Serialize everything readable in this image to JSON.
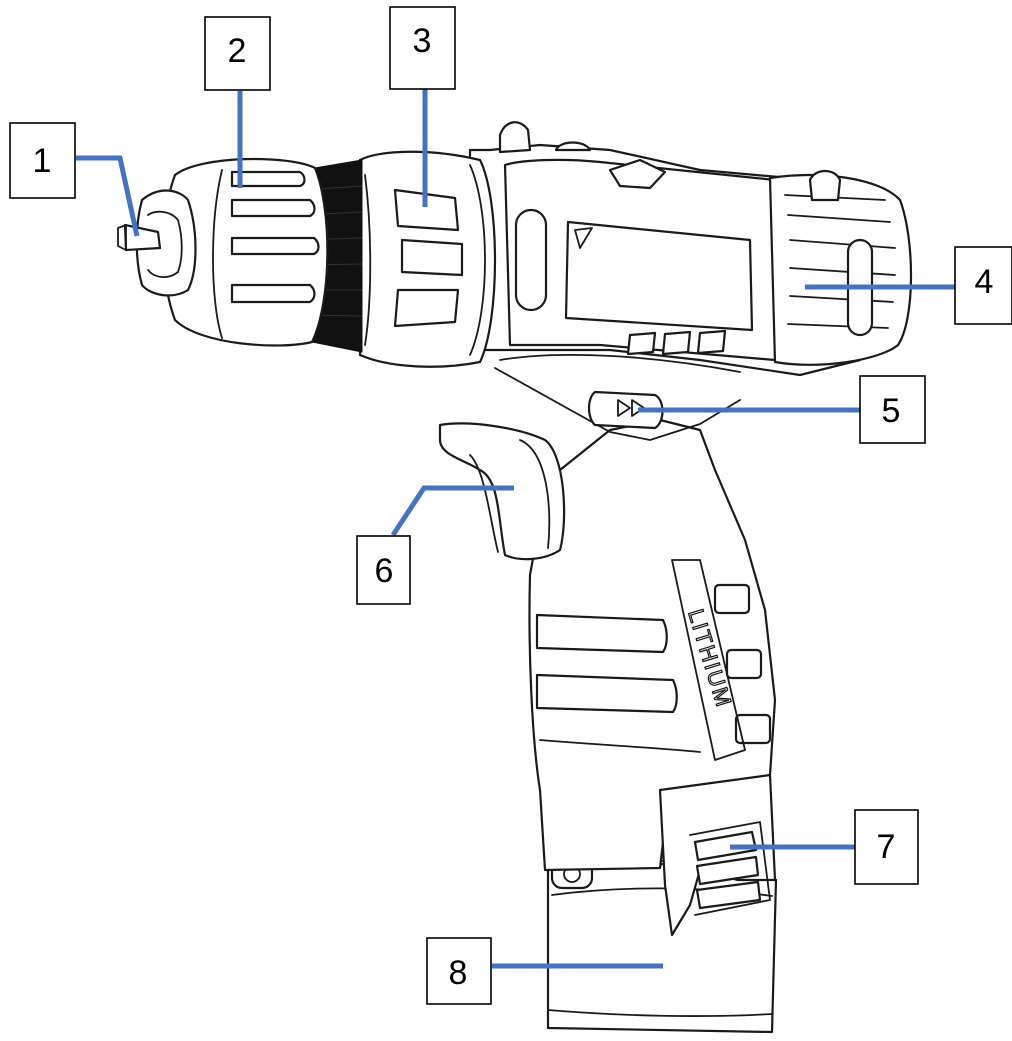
{
  "product_text": "LITHIUM",
  "leader_color": "#4472C4",
  "callouts": [
    {
      "label": "1"
    },
    {
      "label": "2"
    },
    {
      "label": "3"
    },
    {
      "label": "4"
    },
    {
      "label": "5"
    },
    {
      "label": "6"
    },
    {
      "label": "7"
    },
    {
      "label": "8"
    }
  ]
}
